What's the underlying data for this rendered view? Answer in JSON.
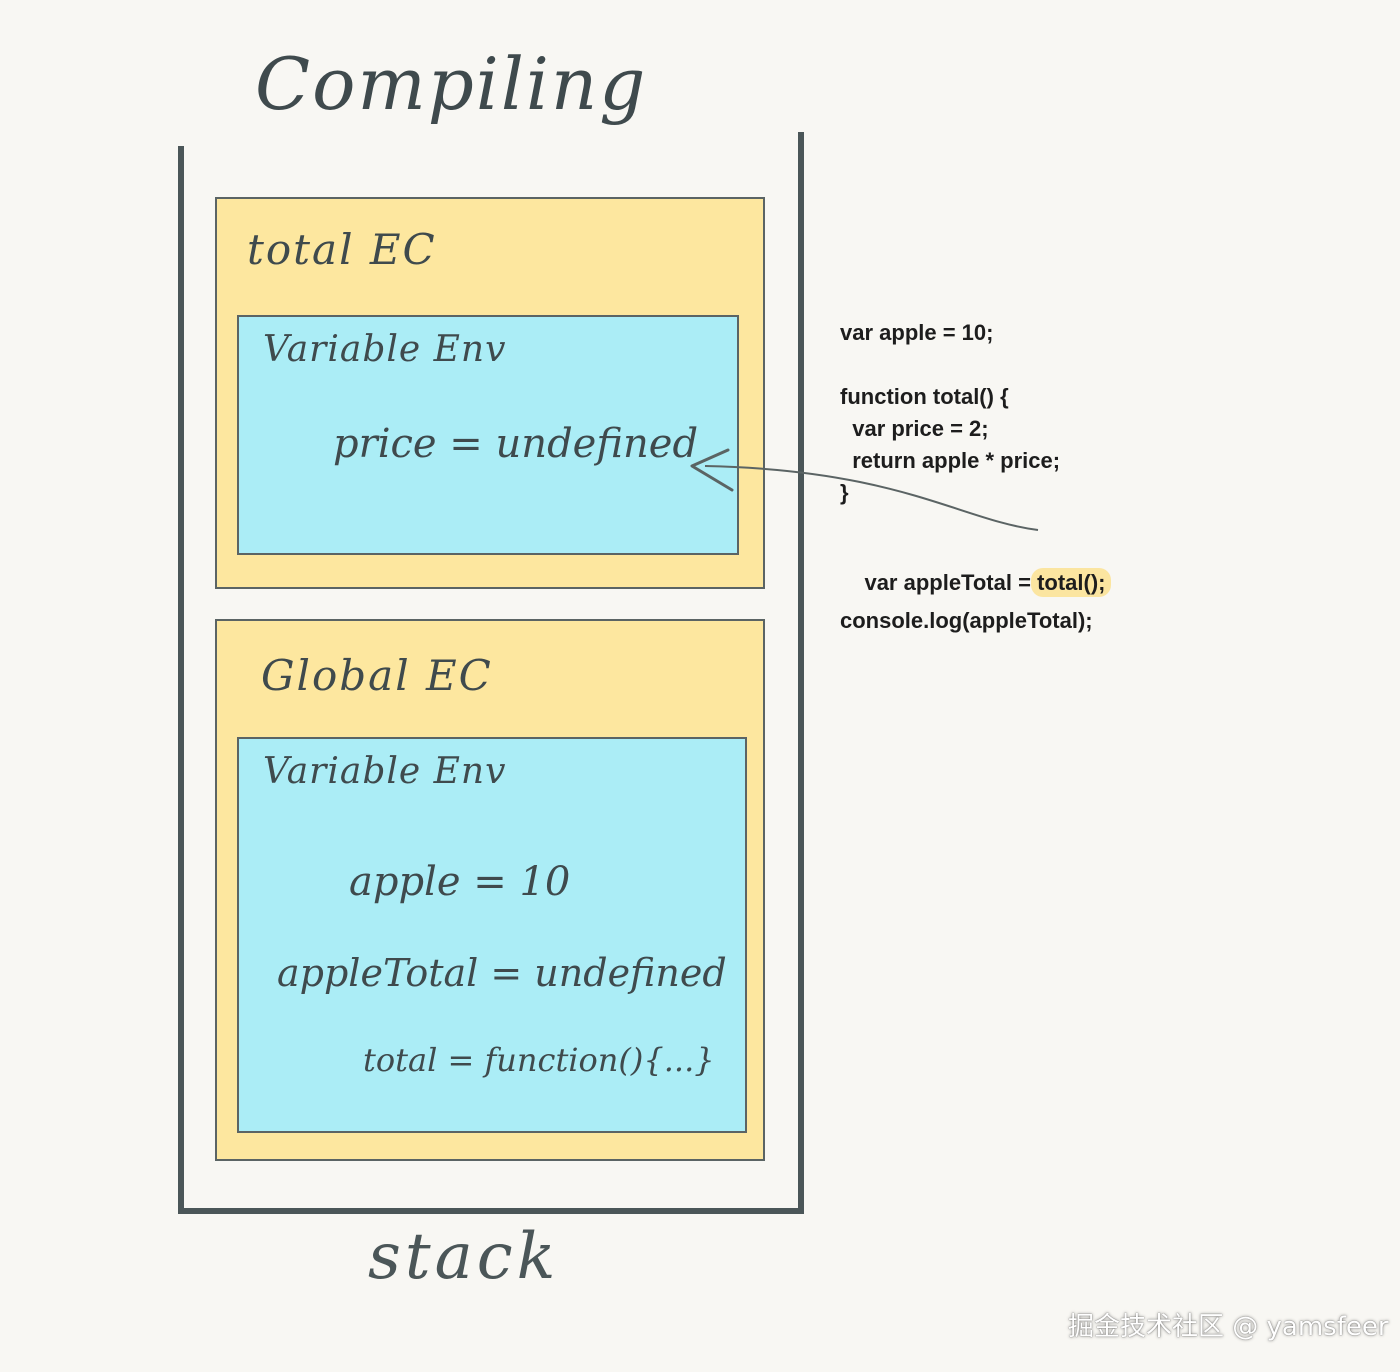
{
  "title": "Compiling",
  "stack_label": "stack",
  "total_ec": {
    "title": "total EC",
    "variable_env": {
      "title": "Variable Env",
      "entries": [
        "price = undefined"
      ]
    }
  },
  "global_ec": {
    "title": "Global EC",
    "variable_env": {
      "title": "Variable Env",
      "entries": [
        "apple = 10",
        "appleTotal = undefined",
        "total = function(){...}"
      ]
    }
  },
  "code": {
    "line1": "var apple = 10;",
    "line2": "function total() {",
    "line3": "  var price = 2;",
    "line4": "  return apple * price;",
    "line5": "}",
    "line6_prefix": "var appleTotal = ",
    "line6_highlight": "total();",
    "line7": "console.log(appleTotal);"
  },
  "watermark": "掘金技术社区 @ yamsfeer",
  "colors": {
    "background": "#f8f7f3",
    "ec_fill": "#fde79f",
    "env_fill": "#abedf6",
    "ink": "#3f4a4d",
    "highlight": "#fbe5a0"
  }
}
